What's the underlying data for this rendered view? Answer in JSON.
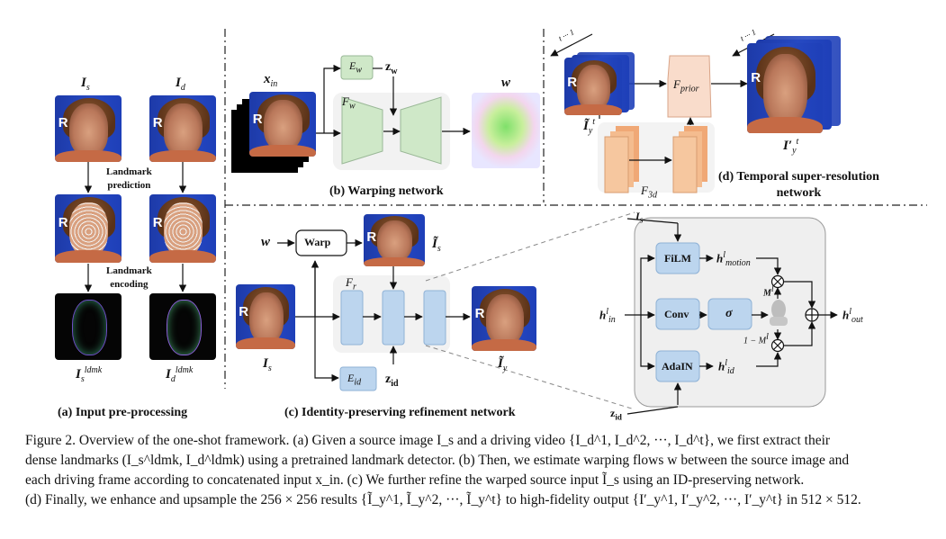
{
  "panels": {
    "a": {
      "title": "(a) Input pre-processing",
      "label_source": "I",
      "label_source_sub": "s",
      "label_driving": "I",
      "label_driving_sub": "d",
      "landmark_prediction": "Landmark\nprediction",
      "landmark_encoding": "Landmark\nencoding",
      "ldmk_source": "I",
      "ldmk_source_sub": "s",
      "ldmk_source_sup": "ldmk",
      "ldmk_driving": "I",
      "ldmk_driving_sub": "d",
      "ldmk_driving_sup": "ldmk"
    },
    "b": {
      "title": "(b) Warping  network",
      "x_in": "x",
      "x_in_sub": "in",
      "E_w": "E",
      "E_w_sub": "w",
      "z_w": "z",
      "z_w_sub": "w",
      "F_w": "F",
      "F_w_sub": "w",
      "w": "w"
    },
    "c": {
      "title": "(c) Identity-preserving refinement network",
      "w": "w",
      "warp": "Warp",
      "I_s_tilde": "Ĩ",
      "I_s_tilde_sub": "s",
      "F_r": "F",
      "F_r_sub": "r",
      "I_s": "I",
      "I_s_sub": "s",
      "E_id": "E",
      "E_id_sub": "id",
      "z_id": "z",
      "z_id_sub": "id",
      "I_y": "Ĩ",
      "I_y_sub": "y"
    },
    "d": {
      "title": "(d) Temporal super-resolution\nnetwork",
      "I_y_t": "Ĩ",
      "I_y_t_sub": "y",
      "I_y_t_sup": "t",
      "F_prior": "F",
      "F_prior_sub": "prior",
      "F_3d": "F",
      "F_3d_sub": "3d",
      "I_prime": "I′",
      "I_prime_sub": "y",
      "I_prime_sup": "t",
      "t_axis": "t  ···  1"
    },
    "inset": {
      "I_s": "I",
      "I_s_sub": "s",
      "film": "FiLM",
      "h_motion": "h",
      "h_motion_sup": "l",
      "h_motion_sub": "motion",
      "h_in": "h",
      "h_in_sup": "l",
      "h_in_sub": "in",
      "conv": "Conv",
      "sigma": "σ",
      "M": "M",
      "M_sup": "l",
      "one_minus_M": "1 − M",
      "h_out": "h",
      "h_out_sup": "l",
      "h_out_sub": "out",
      "adain": "AdaIN",
      "h_id": "h",
      "h_id_sup": "l",
      "h_id_sub": "id",
      "z_id": "z",
      "z_id_sub": "id"
    }
  },
  "caption": {
    "line1": "Figure 2. Overview of the one-shot framework. (a) Given a source image I_s and a driving video {I_d^1, I_d^2, ···, I_d^t}, we first extract their",
    "line2": "dense landmarks (I_s^ldmk, I_d^ldmk) using a pretrained landmark detector. (b) Then, we estimate warping flows w between the source image and",
    "line3": "each driving frame according to concatenated input x_in. (c) We further refine the warped source input Ĩ_s using an ID-preserving network.",
    "line4": "(d) Finally, we enhance and upsample the 256 × 256 results {Ĩ_y^1, Ĩ_y^2, ···, Ĩ_y^t} to high-fidelity output {I′_y^1, I′_y^2, ···, I′_y^t} in 512 × 512."
  },
  "colors": {
    "encoder_green": "#cfe8c8",
    "block_blue": "#bcd5ee",
    "prior_peach": "#f9dccb",
    "f3d_orange": "#f6c79f",
    "inset_bg": "#efefef"
  }
}
